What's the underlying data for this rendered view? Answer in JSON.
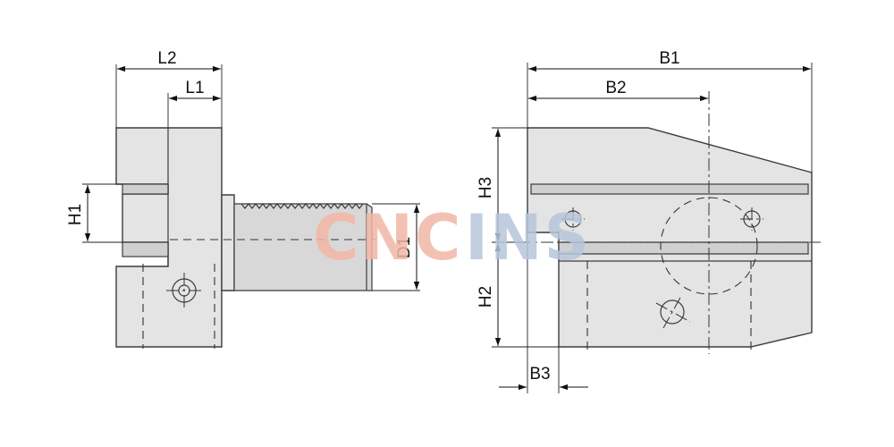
{
  "watermark": {
    "part1": "CNC",
    "part2": "INS",
    "color1": "#f2b7a6",
    "color2": "#b7c6da"
  },
  "dimensions": {
    "L2": "L2",
    "L1": "L1",
    "H1": "H1",
    "D1": "D1",
    "B1": "B1",
    "B2": "B2",
    "H3": "H3",
    "H2": "H2",
    "B3": "B3"
  }
}
